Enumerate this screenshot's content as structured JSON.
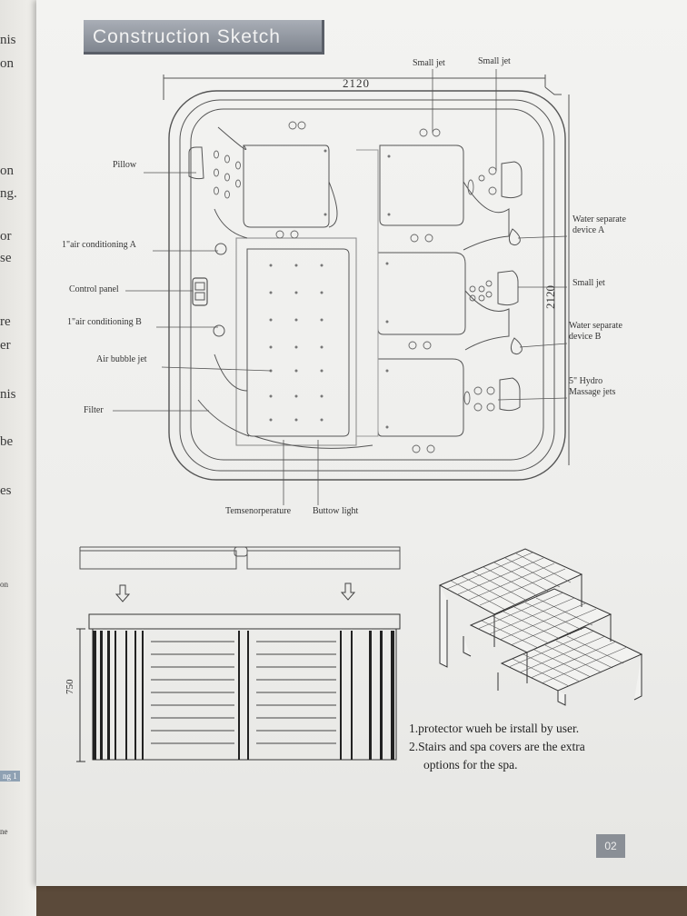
{
  "left_margin": [
    "nis",
    "on",
    "on",
    "ng.",
    "or",
    "se",
    "re",
    "er",
    "nis",
    "be",
    "es",
    "on",
    "ng 1",
    "ne"
  ],
  "header": {
    "title": "Construction Sketch"
  },
  "dimensions": {
    "width": "2120",
    "depth": "2120",
    "height": "750"
  },
  "labels": {
    "small_jet_1": "Small jet",
    "small_jet_2": "Small jet",
    "pillow": "Pillow",
    "air_conditioning_a": "1\"air conditioning A",
    "control_panel": "Control panel",
    "air_conditioning_b": "1\"air conditioning B",
    "air_bubble_jet": "Air bubble jet",
    "filter": "Filter",
    "water_separate_a_line1": "Water separate",
    "water_separate_a_line2": "device A",
    "small_jet_right": "Small jet",
    "water_separate_b_line1": "Water separate",
    "water_separate_b_line2": "device B",
    "hydro_line1": "5\" Hydro",
    "hydro_line2": "Massage jets",
    "temperature": "Temsenorperature",
    "bottom_light": "Buttow light"
  },
  "notes": {
    "line1": "1.protector wueh be irstall by user.",
    "line2": "2.Stairs and spa covers are the extra",
    "line3": "options for the spa."
  },
  "page_number": "02"
}
